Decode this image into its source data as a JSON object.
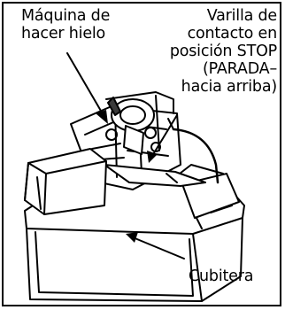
{
  "labels": {
    "ice_maker": [
      "Máquina de",
      "hacer hielo"
    ],
    "contact_rod": [
      "Varilla de",
      "contacto en",
      "posición STOP",
      "(PARADA–",
      "hacia arriba)"
    ],
    "ice_bin": "Cubitera"
  },
  "colors": {
    "ink": "#000000",
    "paper": "#ffffff",
    "fill_dark": "#3a3a3a"
  }
}
